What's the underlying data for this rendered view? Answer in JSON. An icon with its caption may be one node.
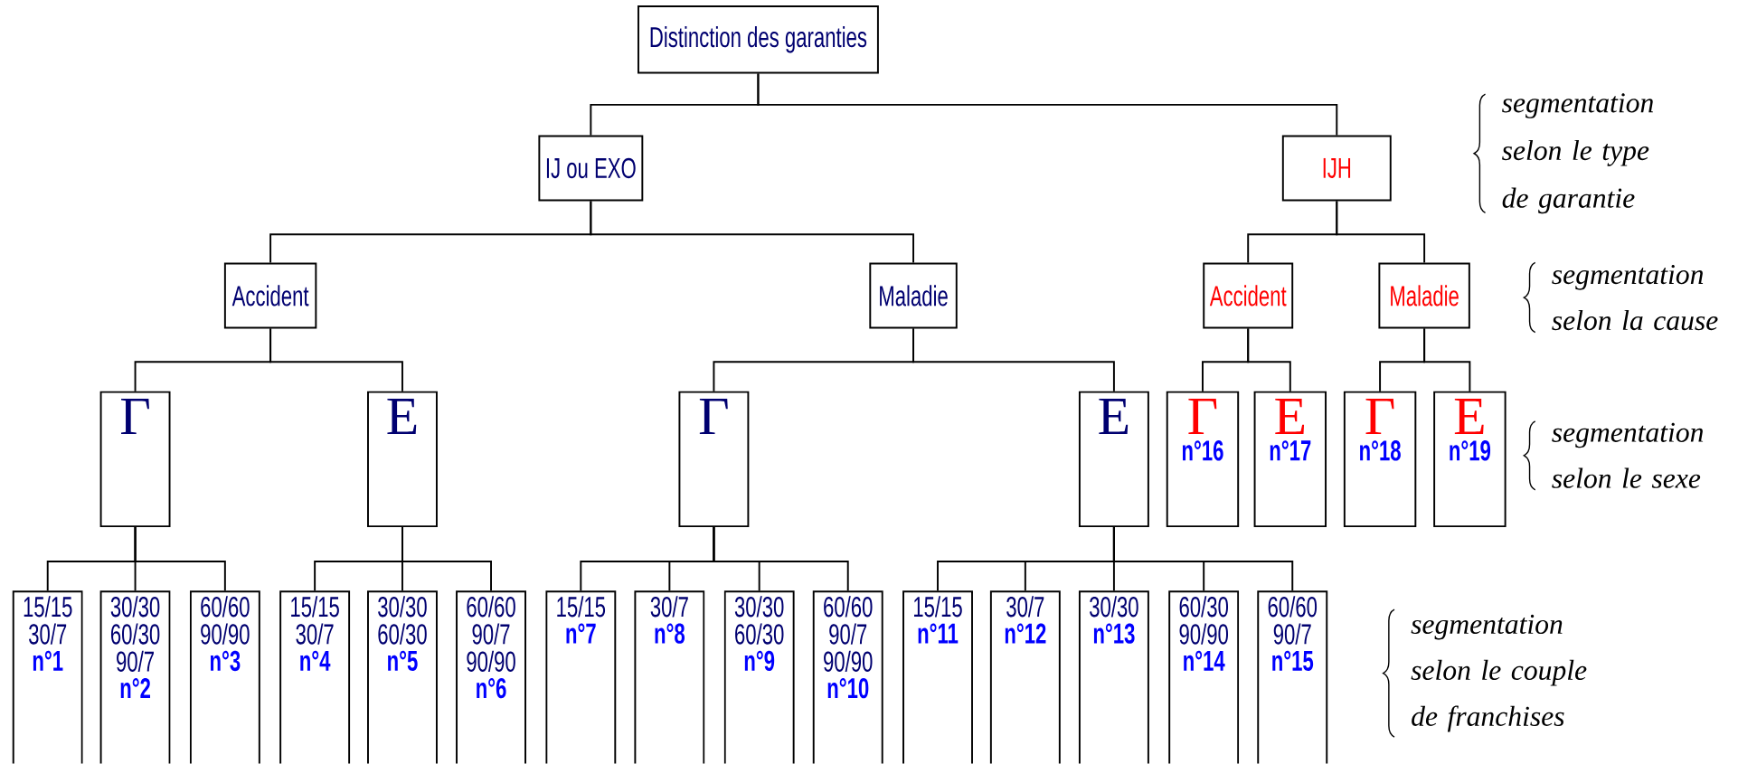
{
  "diagram": {
    "nodes": [
      {
        "text": [
          "Distinction des garanties"
        ]
      },
      {
        "text": [
          "IJ ou EXO"
        ]
      },
      {
        "text": [
          "IJH"
        ]
      },
      {
        "text": [
          "Accident"
        ]
      },
      {
        "text": [
          "Maladie"
        ]
      },
      {
        "text": [
          "Accident"
        ]
      },
      {
        "text": [
          "Maladie"
        ]
      },
      {
        "text": [
          "Γ"
        ]
      },
      {
        "text": [
          "Ε"
        ]
      },
      {
        "text": [
          "Γ"
        ]
      },
      {
        "text": [
          "Ε"
        ]
      },
      {
        "text": [
          "Γ",
          "n°16"
        ]
      },
      {
        "text": [
          "Ε",
          "n°17"
        ]
      },
      {
        "text": [
          "Γ",
          "n°18"
        ]
      },
      {
        "text": [
          "Ε",
          "n°19"
        ]
      },
      {
        "text": [
          "15/15",
          "30/7",
          "n°1"
        ]
      },
      {
        "text": [
          "30/30",
          "60/30",
          "90/7",
          "n°2"
        ]
      },
      {
        "text": [
          "60/60",
          "90/90",
          "n°3"
        ]
      },
      {
        "text": [
          "15/15",
          "30/7",
          "n°4"
        ]
      },
      {
        "text": [
          "30/30",
          "60/30",
          "n°5"
        ]
      },
      {
        "text": [
          "60/60",
          "90/7",
          "90/90",
          "n°6"
        ]
      },
      {
        "text": [
          "15/15",
          "n°7"
        ]
      },
      {
        "text": [
          "30/7",
          "n°8"
        ]
      },
      {
        "text": [
          "30/30",
          "60/30",
          "n°9"
        ]
      },
      {
        "text": [
          "60/60",
          "90/7",
          "90/90",
          "n°10"
        ]
      },
      {
        "text": [
          "15/15",
          "n°11"
        ]
      },
      {
        "text": [
          "30/7",
          "n°12"
        ]
      },
      {
        "text": [
          "30/30",
          "n°13"
        ]
      },
      {
        "text": [
          "60/30",
          "90/90",
          "n°14"
        ]
      },
      {
        "text": [
          "60/60",
          "90/7",
          "n°15"
        ]
      }
    ],
    "edges": [
      {
        "from": 0,
        "to": 1,
        "arrow": "none"
      },
      {
        "from": 0,
        "to": 2,
        "arrow": "none"
      },
      {
        "from": 1,
        "to": 3,
        "arrow": "none"
      },
      {
        "from": 1,
        "to": 4,
        "arrow": "none"
      },
      {
        "from": 2,
        "to": 5,
        "arrow": "none"
      },
      {
        "from": 2,
        "to": 6,
        "arrow": "none"
      },
      {
        "from": 3,
        "to": 7,
        "arrow": "none"
      },
      {
        "from": 3,
        "to": 8,
        "arrow": "none"
      },
      {
        "from": 4,
        "to": 9,
        "arrow": "none"
      },
      {
        "from": 4,
        "to": 10,
        "arrow": "none"
      },
      {
        "from": 5,
        "to": 11,
        "arrow": "none"
      },
      {
        "from": 5,
        "to": 12,
        "arrow": "none"
      },
      {
        "from": 6,
        "to": 13,
        "arrow": "none"
      },
      {
        "from": 6,
        "to": 14,
        "arrow": "none"
      },
      {
        "from": 7,
        "to": 15,
        "arrow": "none"
      },
      {
        "from": 7,
        "to": 16,
        "arrow": "none"
      },
      {
        "from": 7,
        "to": 17,
        "arrow": "none"
      },
      {
        "from": 8,
        "to": 18,
        "arrow": "none"
      },
      {
        "from": 8,
        "to": 19,
        "arrow": "none"
      },
      {
        "from": 8,
        "to": 20,
        "arrow": "none"
      },
      {
        "from": 9,
        "to": 21,
        "arrow": "none"
      },
      {
        "from": 9,
        "to": 22,
        "arrow": "none"
      },
      {
        "from": 9,
        "to": 23,
        "arrow": "none"
      },
      {
        "from": 9,
        "to": 24,
        "arrow": "none"
      },
      {
        "from": 10,
        "to": 25,
        "arrow": "none"
      },
      {
        "from": 10,
        "to": 26,
        "arrow": "none"
      },
      {
        "from": 10,
        "to": 27,
        "arrow": "none"
      },
      {
        "from": 10,
        "to": 28,
        "arrow": "none"
      },
      {
        "from": 10,
        "to": 29,
        "arrow": "none"
      }
    ],
    "labels": [
      "segmentation selon le type de garantie",
      "segmentation selon la cause",
      "segmentation selon le sexe",
      "segmentation selon le couple de franchises"
    ]
  }
}
